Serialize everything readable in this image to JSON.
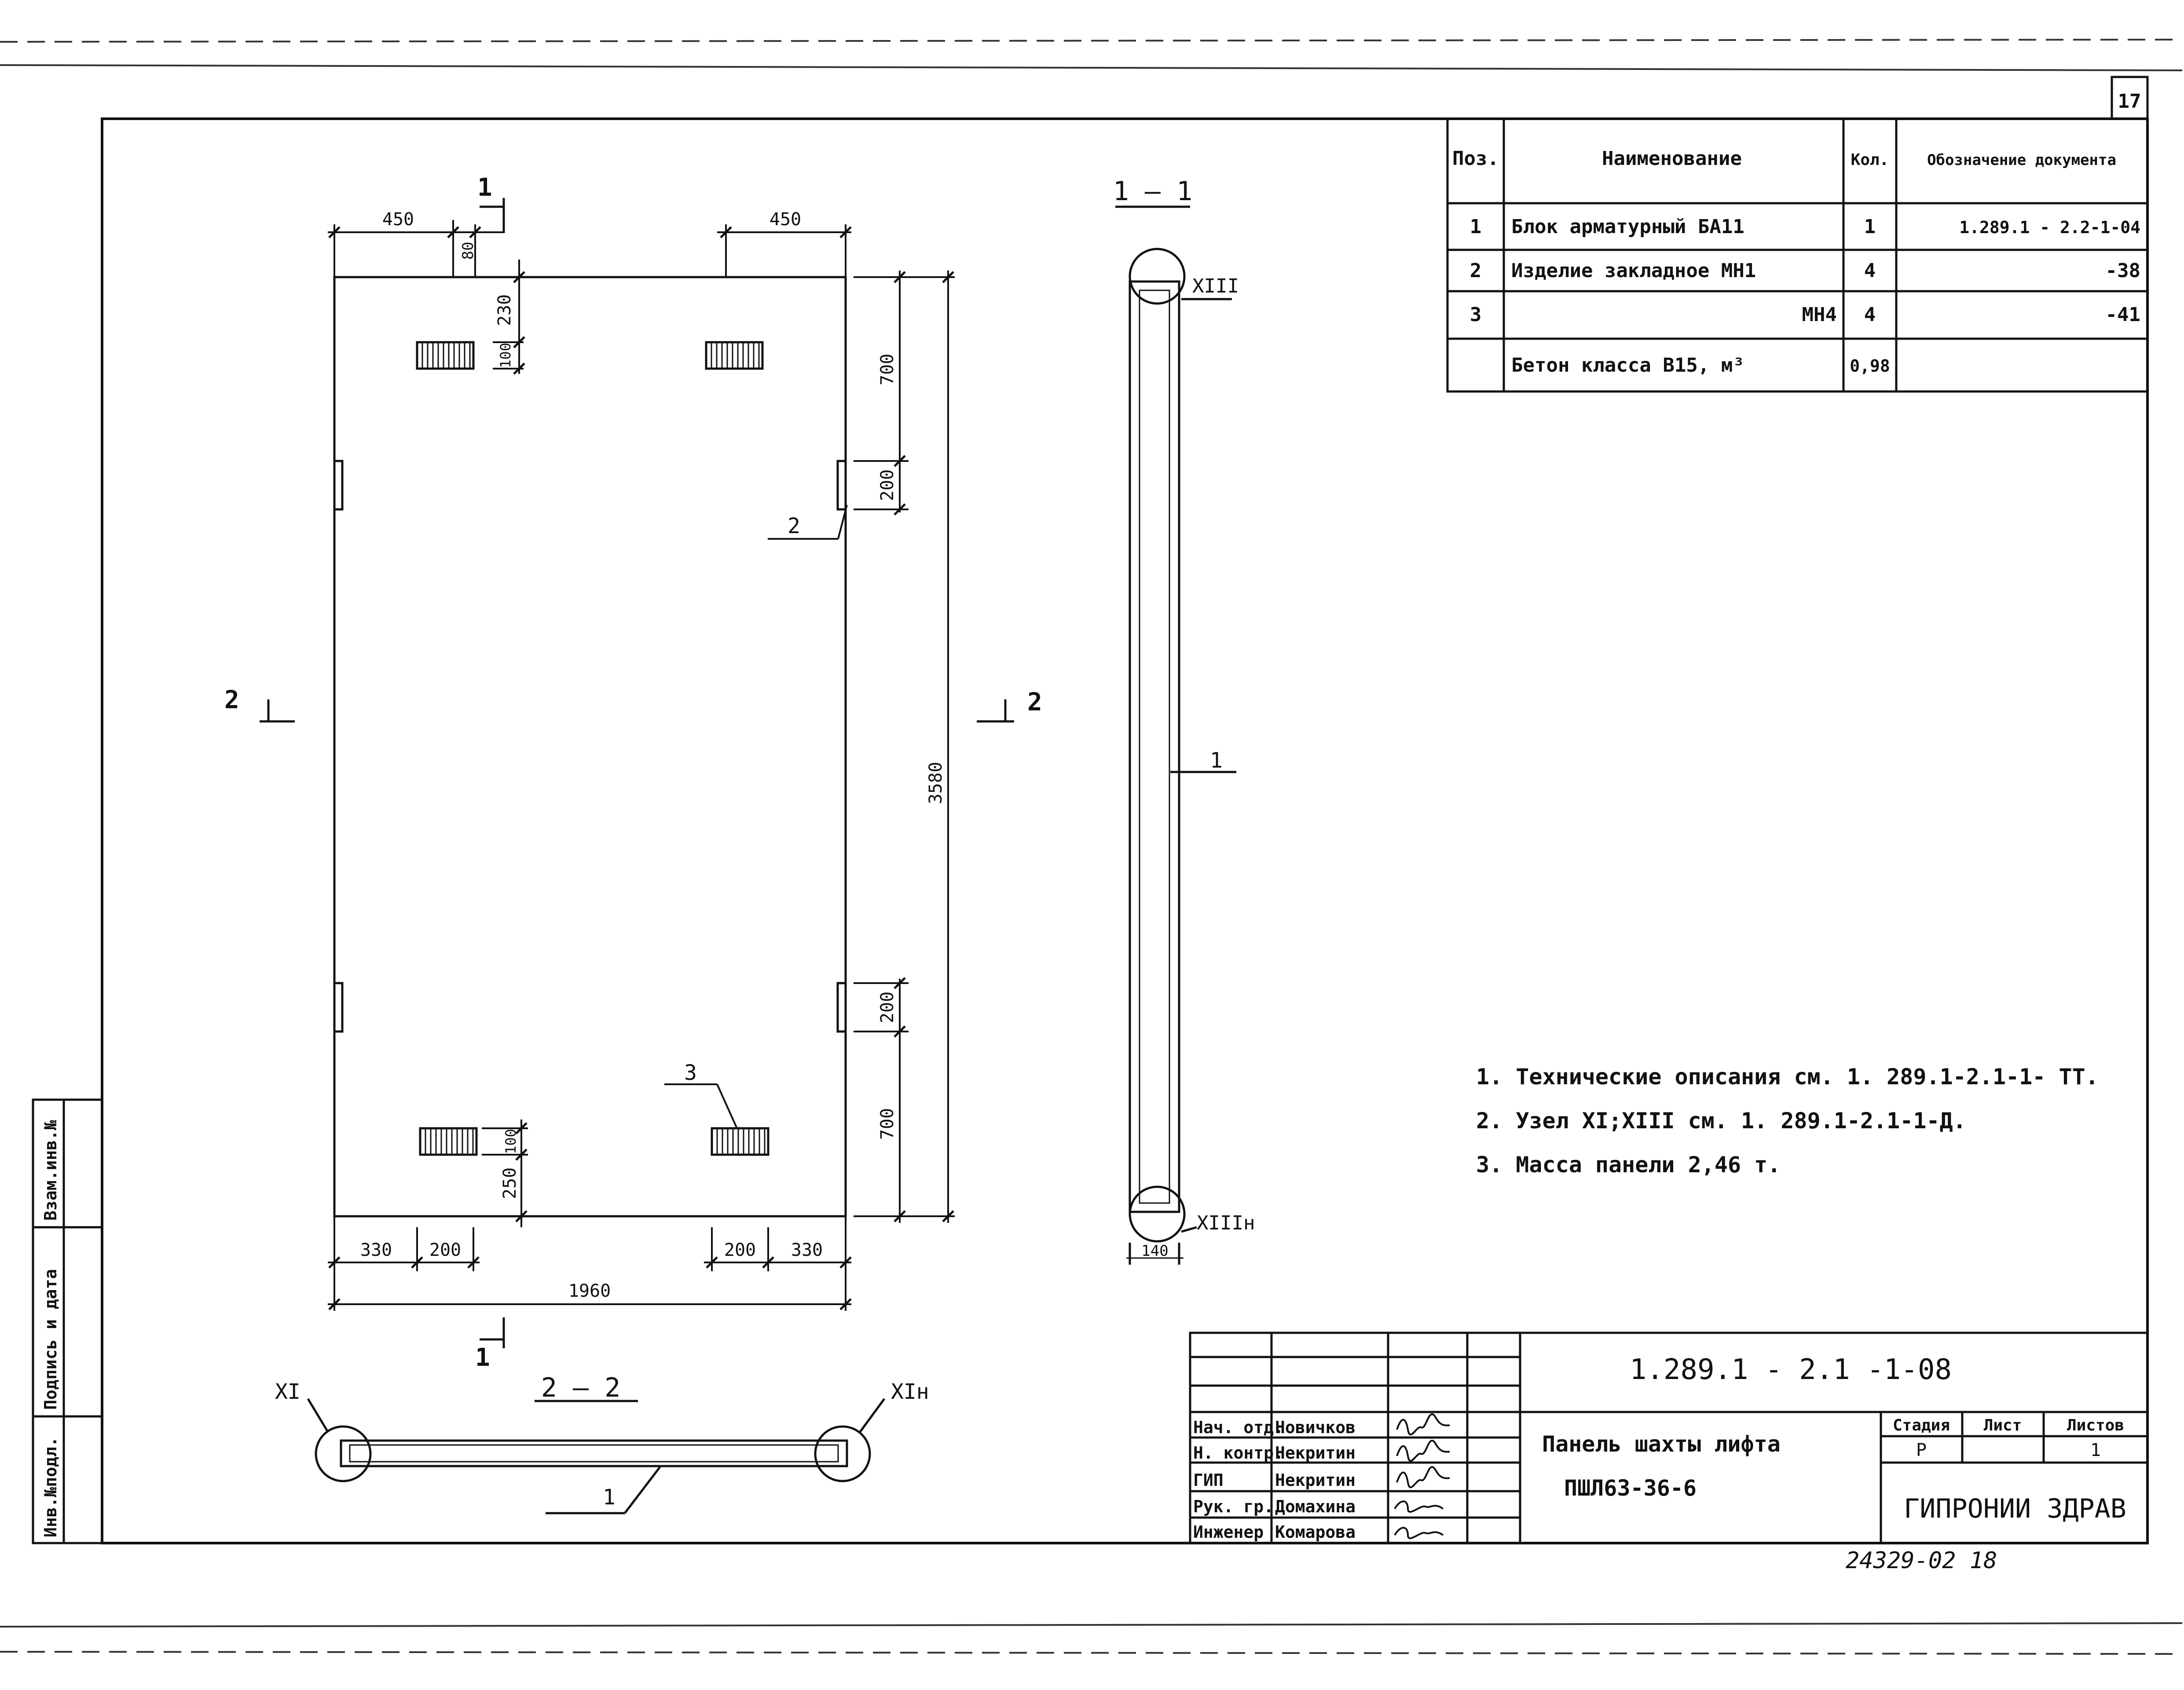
{
  "sheet": {
    "page_number": "17",
    "doc_code": "1.289.1 - 2.1 -1-08",
    "title_line1": "Панель шахты лифта",
    "title_line2": "ПШЛ63-36-6",
    "organization": "ГИПРОНИИ ЗДРАВ",
    "archive_number": "24329-02 18",
    "stage_header": "Стадия",
    "sheet_header": "Лист",
    "sheets_header": "Листов",
    "stage": "Р",
    "sheets": "1"
  },
  "spec_table": {
    "headers": [
      "Поз.",
      "Наименование",
      "Кол.",
      "Обозначение документа"
    ],
    "rows": [
      [
        "1",
        "Блок арматурный БА11",
        "1",
        "1.289.1 - 2.2-1-04"
      ],
      [
        "2",
        "Изделие закладное МН1",
        "4",
        "-38"
      ],
      [
        "3",
        "МН4",
        "4",
        "-41"
      ],
      [
        "",
        "Бетон класса В15, м³",
        "0,98",
        ""
      ]
    ]
  },
  "notes": [
    "1. Технические описания см. 1. 289.1-2.1-1- ТТ.",
    "2. Узел XI;XIII см. 1. 289.1-2.1-1-Д.",
    "3. Масса панели 2,46 т."
  ],
  "signatures": {
    "rows": [
      {
        "role": "Нач. отд.",
        "name": "Новичков"
      },
      {
        "role": "Н. контр.",
        "name": "Некритин"
      },
      {
        "role": "ГИП",
        "name": "Некритин"
      },
      {
        "role": "Рук. гр.",
        "name": "Домахина"
      },
      {
        "role": "Инженер",
        "name": "Комарова"
      }
    ]
  },
  "side_stamp": {
    "labels": [
      "Инв.№подл.",
      "Подпись и дата",
      "Взам.инв.№"
    ]
  },
  "drawing": {
    "dims": {
      "d450a": "450",
      "d450b": "450",
      "d80": "80",
      "d230": "230",
      "d100a": "100",
      "d700a": "700",
      "d200a": "200",
      "d3580": "3580",
      "d200b": "200",
      "d700b": "700",
      "d100b": "100",
      "d250": "250",
      "d330a": "330",
      "d200c": "200",
      "d200d": "200",
      "d330b": "330",
      "d1960": "1960",
      "d140": "140"
    },
    "labels": {
      "sec11_mark_top": "1",
      "sec11_mark_bot": "1",
      "sec22_left": "2",
      "sec22_right": "2",
      "sec11_title": "1 — 1",
      "sec22_title": "2 — 2",
      "pos1a": "1",
      "pos1b": "1",
      "pos2": "2",
      "pos3": "3",
      "node13": "XIII",
      "node13n": "XIIIн",
      "node11": "XI",
      "node11n": "XIн"
    }
  }
}
